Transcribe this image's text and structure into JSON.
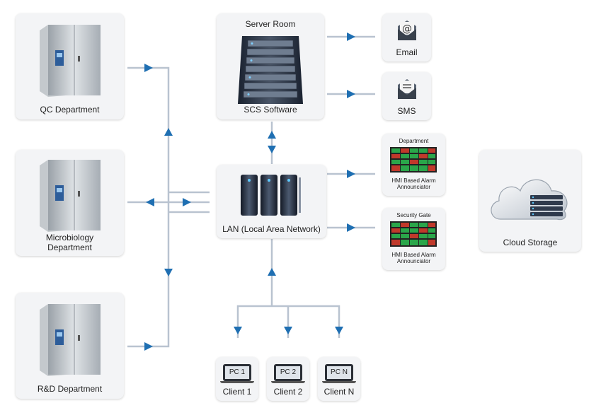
{
  "departments": [
    {
      "label": "QC Department"
    },
    {
      "label": "Microbiology\nDepartment"
    },
    {
      "label": "R&D Department"
    }
  ],
  "server_room": {
    "title": "Server Room",
    "subtitle": "SCS Software"
  },
  "lan": {
    "label": "LAN (Local Area Network)"
  },
  "notifications": {
    "email": "Email",
    "sms": "SMS"
  },
  "announciators": [
    {
      "title": "Department",
      "label": "HMI Based Alarm\nAnnounciator"
    },
    {
      "title": "Security Gate",
      "label": "HMI Based Alarm\nAnnounciator"
    }
  ],
  "cloud": {
    "label": "Cloud Storage"
  },
  "clients": [
    {
      "pc": "PC 1",
      "label": "Client 1"
    },
    {
      "pc": "PC 2",
      "label": "Client 2"
    },
    {
      "pc": "PC N",
      "label": "Client N"
    }
  ],
  "colors": {
    "line": "#b9c3d0",
    "arrow": "#1f6fb2",
    "card": "#f3f4f6"
  }
}
